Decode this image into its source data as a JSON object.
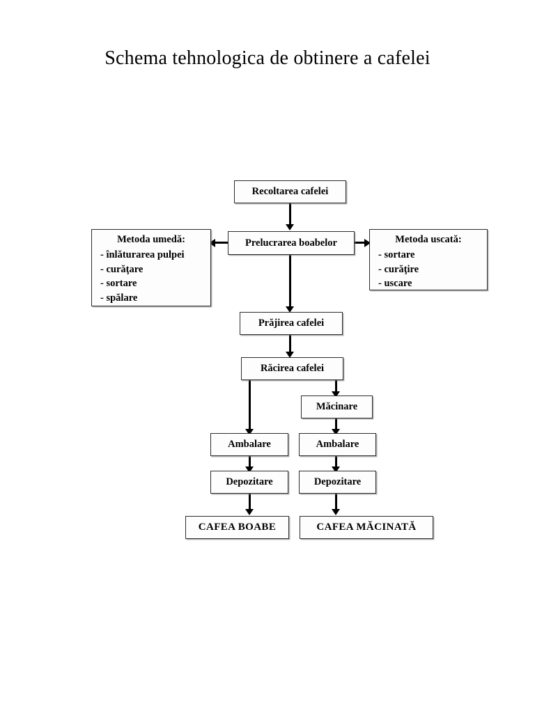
{
  "document": {
    "title": "Schema tehnologica de obtinere a cafelei"
  },
  "diagram": {
    "type": "flowchart",
    "orientation": "top-down",
    "nodes": {
      "harvest": {
        "label": "Recoltarea cafelei"
      },
      "processing": {
        "label": "Prelucrarea boabelor"
      },
      "wet_method": {
        "header": "Metoda umedă:",
        "items": [
          "- înlăturarea pulpei",
          "- curăţare",
          "- sortare",
          "- spălare"
        ]
      },
      "dry_method": {
        "header": "Metoda uscată:",
        "items": [
          "- sortare",
          "- curăţire",
          "- uscare"
        ]
      },
      "roasting": {
        "label": "Prăjirea cafelei"
      },
      "cooling": {
        "label": "Răcirea cafelei"
      },
      "grinding": {
        "label": "Măcinare"
      },
      "packaging_left": {
        "label": "Ambalare"
      },
      "packaging_right": {
        "label": "Ambalare"
      },
      "storage_left": {
        "label": "Depozitare"
      },
      "storage_right": {
        "label": "Depozitare"
      },
      "product_beans": {
        "label": "CAFEA BOABE"
      },
      "product_ground": {
        "label": "CAFEA MĂCINATĂ"
      }
    },
    "edges": [
      {
        "from": "harvest",
        "to": "processing",
        "direction": "down"
      },
      {
        "from": "processing",
        "to": "wet_method",
        "direction": "left"
      },
      {
        "from": "processing",
        "to": "dry_method",
        "direction": "right"
      },
      {
        "from": "processing",
        "to": "roasting",
        "direction": "down"
      },
      {
        "from": "roasting",
        "to": "cooling",
        "direction": "down"
      },
      {
        "from": "cooling",
        "to": "packaging_left",
        "direction": "down"
      },
      {
        "from": "cooling",
        "to": "grinding",
        "direction": "down"
      },
      {
        "from": "grinding",
        "to": "packaging_right",
        "direction": "down"
      },
      {
        "from": "packaging_left",
        "to": "storage_left",
        "direction": "down"
      },
      {
        "from": "packaging_right",
        "to": "storage_right",
        "direction": "down"
      },
      {
        "from": "storage_left",
        "to": "product_beans",
        "direction": "down"
      },
      {
        "from": "storage_right",
        "to": "product_ground",
        "direction": "down"
      }
    ],
    "colors": {
      "line": "#000000",
      "box_border": "#2b2b2b",
      "box_fill": "#fdfdfd",
      "text": "#000000",
      "page_background": "#ffffff"
    }
  }
}
